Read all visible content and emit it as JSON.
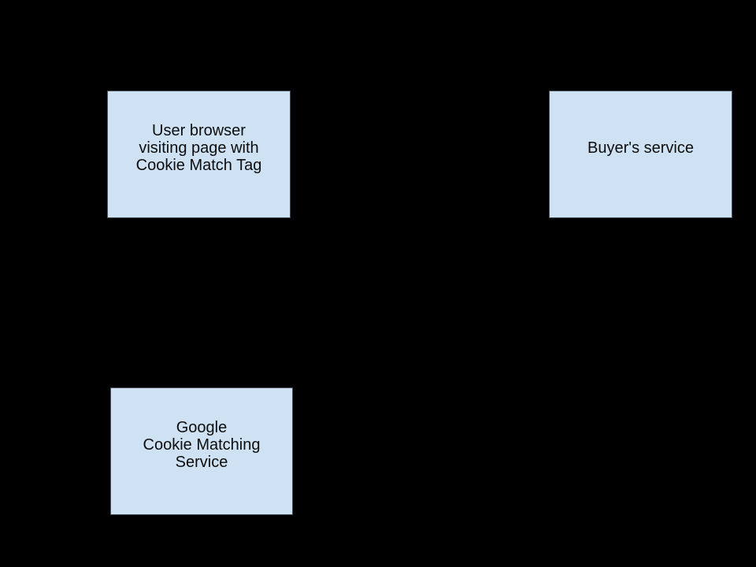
{
  "diagram": {
    "description": "Cookie matching flow diagram with three entity boxes on a black background",
    "colors": {
      "background": "#000000",
      "node_fill": "#cfe2f3",
      "node_border": "#49525a",
      "node_text": "#0d0d0d"
    },
    "nodes": [
      {
        "id": "user-browser",
        "label": "User browser\nvisiting page with\nCookie Match Tag"
      },
      {
        "id": "buyers-service",
        "label": "Buyer's service"
      },
      {
        "id": "google-cookie-matching-service",
        "label": "Google\nCookie Matching\nService"
      }
    ]
  }
}
